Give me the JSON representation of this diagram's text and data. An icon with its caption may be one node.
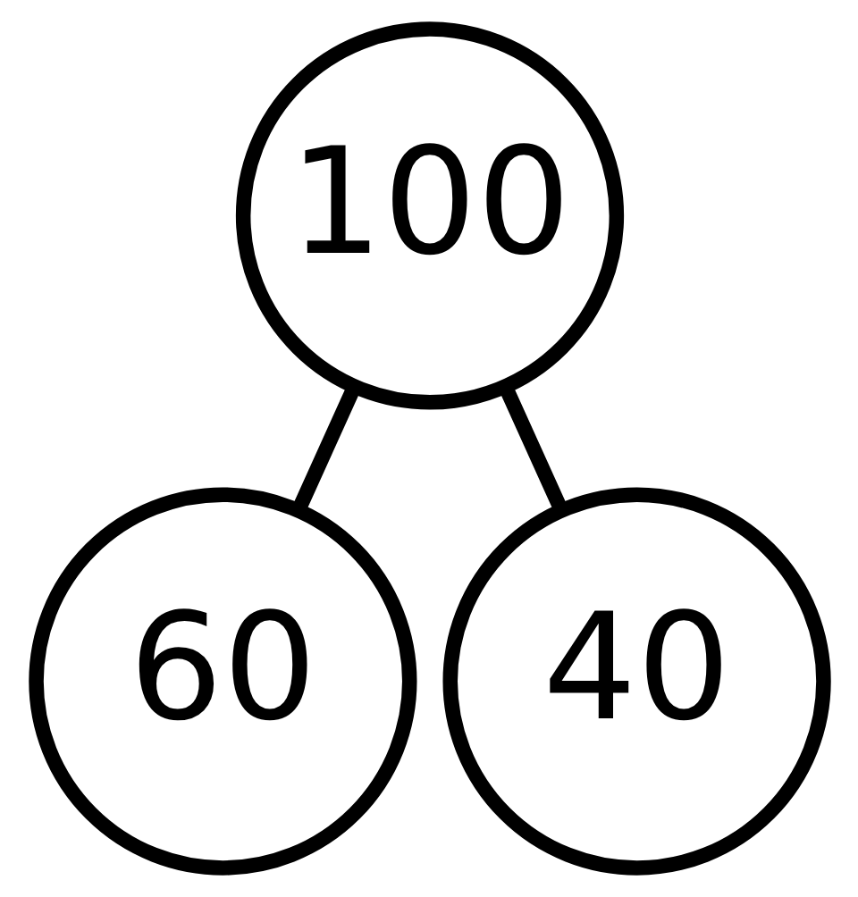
{
  "diagram": {
    "nodes": [
      {
        "text": [
          "100"
        ]
      },
      {
        "text": [
          "60"
        ]
      },
      {
        "text": [
          "40"
        ]
      }
    ],
    "edges": [
      {
        "from": 0,
        "to": 1,
        "arrow": "none"
      },
      {
        "from": 0,
        "to": 2,
        "arrow": "none"
      }
    ]
  }
}
